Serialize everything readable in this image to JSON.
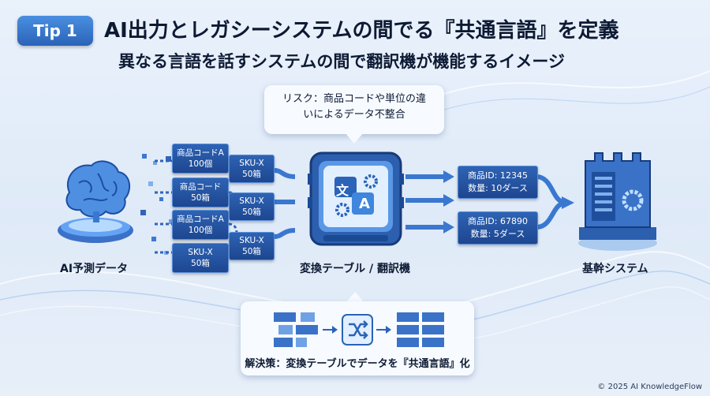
{
  "header": {
    "tip_label": "Tip 1",
    "title": "AI出力とレガシーシステムの間でる『共通言語』を定義",
    "subtitle": "異なる言語を話すシステムの間で翻訳機が機能するイメージ"
  },
  "risk_bubble": {
    "line1": "リスク：商品コードや単位の違",
    "line2": "いによるデータ不整合"
  },
  "nodes": {
    "ai_label": "AI予測データ",
    "translator_label": "変換テーブル / 翻訳機",
    "core_label": "基幹システム"
  },
  "source_records": [
    {
      "line1": "商品コードA",
      "line2": "100個"
    },
    {
      "line1": "商品コード",
      "line2": "50箱"
    },
    {
      "line1": "商品コードA",
      "line2": "100個"
    },
    {
      "line1": "SKU-X",
      "line2": "50箱"
    }
  ],
  "sku_records": [
    {
      "line1": "SKU-X",
      "line2": "50箱"
    },
    {
      "line1": "SKU-X",
      "line2": "50箱"
    },
    {
      "line1": "SKU-X",
      "line2": "50箱"
    }
  ],
  "output_records": [
    {
      "line1": "商品ID: 12345",
      "line2": "数量: 10ダース"
    },
    {
      "line1": "商品ID: 67890",
      "line2": "数量: 5ダース"
    }
  ],
  "translator_icon": {
    "glyph_left": "文",
    "glyph_right": "A"
  },
  "solution": {
    "text": "解決策：変換テーブルでデータを『共通言語』化"
  },
  "footer": {
    "copyright": "© 2025 AI KnowledgeFlow"
  },
  "colors": {
    "accent": "#2a63b8",
    "box": "#1d4690",
    "background": "#e4edf9"
  }
}
